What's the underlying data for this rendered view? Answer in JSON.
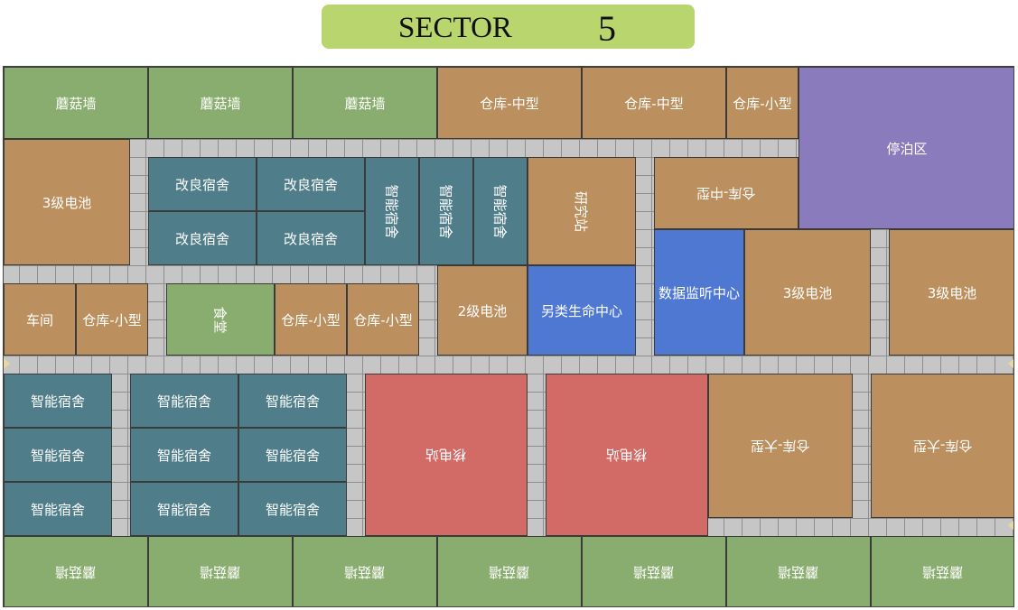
{
  "header": {
    "sector_label": "SECTOR",
    "sector_number": "5"
  },
  "colors": {
    "title_bg": "#b8d56e",
    "mushroom_wall": "#88ad6e",
    "warehouse": "#bb8f5e",
    "dormitory": "#4f7d8a",
    "parking": "#8a7cbc",
    "special": "#4f78d2",
    "reactor": "#d26a66",
    "corridor": "#c6c6c6"
  },
  "labels": {
    "mushroom_wall": "蘑菇墙",
    "warehouse_medium": "仓库-中型",
    "warehouse_small": "仓库-小型",
    "warehouse_large": "仓库-大型",
    "parking": "停泊区",
    "battery_l3": "3级电池",
    "battery_l2": "2级电池",
    "improved_dorm": "改良宿舍",
    "smart_dorm": "智能宿舍",
    "research": "研究站",
    "workshop": "车间",
    "canteen": "食堂",
    "alien_center": "另类生命中心",
    "data_center": "数据监听中心",
    "reactor": "核电站"
  }
}
